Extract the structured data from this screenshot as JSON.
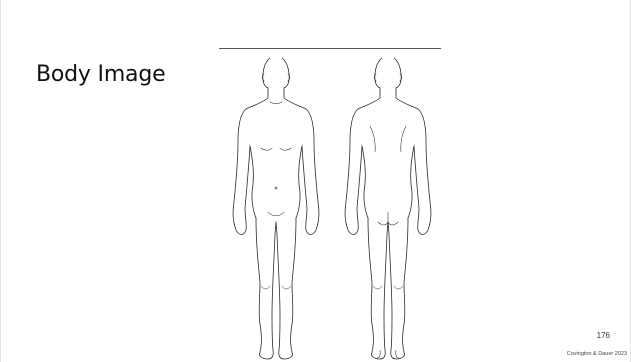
{
  "slide": {
    "title": "Body Image",
    "page_number": "176",
    "credit": "Covington & Dauer 2023"
  },
  "figure": {
    "figures": [
      "front-view-body-outline",
      "back-view-body-outline"
    ],
    "line_color": "#2a2a2a"
  }
}
